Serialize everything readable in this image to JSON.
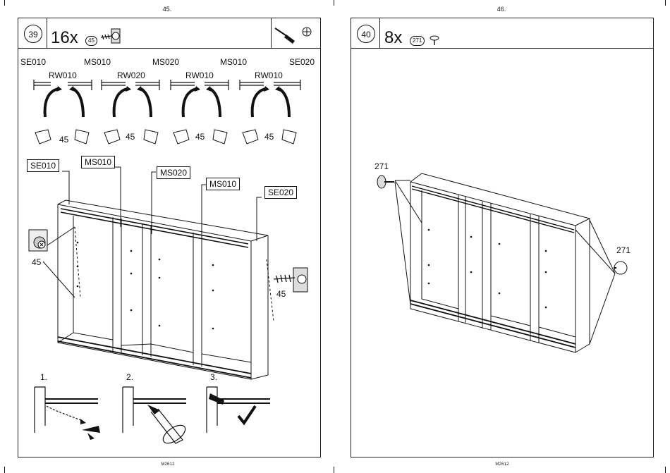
{
  "left_page": {
    "page_number": "45.",
    "footer": "M2612",
    "step": {
      "number": "39",
      "quantity": "16x",
      "part_number": "45",
      "part_icon": "screw-with-cam-icon",
      "tool_icon": "screwdriver-icon",
      "tool_badge_icon": "phillips-head-icon"
    },
    "top_labels": [
      "SE010",
      "MS010",
      "MS020",
      "MS010",
      "SE020"
    ],
    "rail_labels": [
      "RW010",
      "RW020",
      "RW010",
      "RW010"
    ],
    "screw_counts": [
      "45",
      "45",
      "45",
      "45"
    ],
    "cabinet_labels": [
      "SE010",
      "MS010",
      "MS020",
      "MS010",
      "SE020"
    ],
    "detail_left_number": "45",
    "detail_right_number": "45",
    "substeps": [
      "1.",
      "2.",
      "3."
    ]
  },
  "right_page": {
    "page_number": "46.",
    "footer": "M2612",
    "step": {
      "number": "40",
      "quantity": "8x",
      "part_number": "271",
      "part_icon": "glide-foot-icon"
    },
    "callout_left": "271",
    "callout_right": "271"
  }
}
